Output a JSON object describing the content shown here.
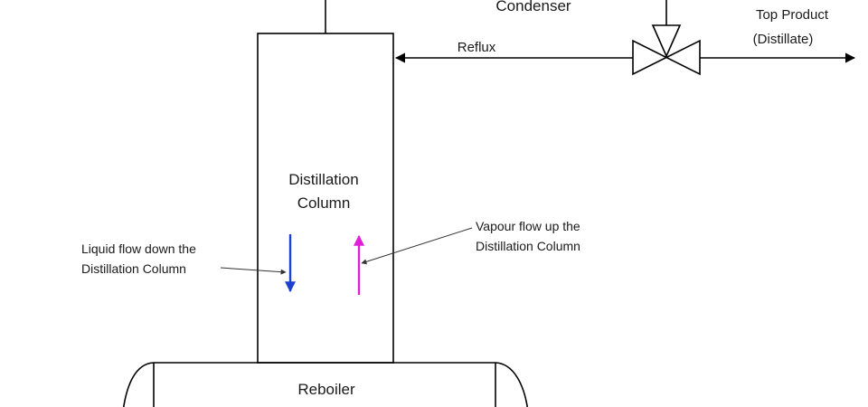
{
  "diagram": {
    "labels": {
      "condenser": "Condenser",
      "top_product_line1": "Top Product",
      "top_product_line2": "(Distillate)",
      "reflux": "Reflux",
      "column_line1": "Distillation",
      "column_line2": "Column",
      "liquid_line1": "Liquid flow down the",
      "liquid_line2": "Distillation Column",
      "vapour_line1": "Vapour flow up the",
      "vapour_line2": "Distillation Column",
      "reboiler": "Reboiler"
    },
    "colors": {
      "line": "#000000",
      "liquid_arrow": "#1f3fcf",
      "vapour_arrow": "#e01fd8",
      "text": "#1a1a1a"
    }
  }
}
